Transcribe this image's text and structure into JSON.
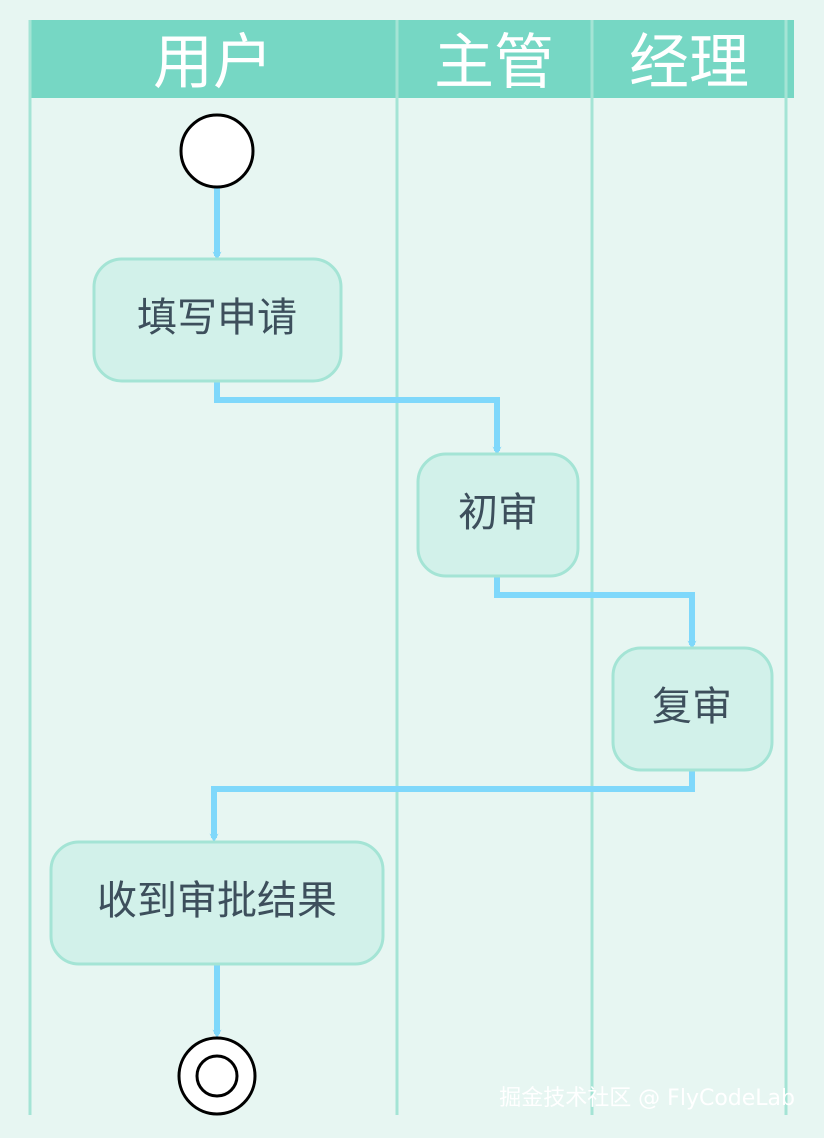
{
  "swimlanes": [
    {
      "id": "user",
      "title": "用户"
    },
    {
      "id": "supervisor",
      "title": "主管"
    },
    {
      "id": "manager",
      "title": "经理"
    }
  ],
  "nodes": {
    "start": {
      "type": "start"
    },
    "fill_application": {
      "label": "填写申请",
      "lane": "user"
    },
    "initial_review": {
      "label": "初审",
      "lane": "supervisor"
    },
    "second_review": {
      "label": "复审",
      "lane": "manager"
    },
    "receive_result": {
      "label": "收到审批结果",
      "lane": "user"
    },
    "end": {
      "type": "end"
    }
  },
  "flows": [
    {
      "from": "start",
      "to": "fill_application"
    },
    {
      "from": "fill_application",
      "to": "initial_review"
    },
    {
      "from": "initial_review",
      "to": "second_review"
    },
    {
      "from": "second_review",
      "to": "receive_result"
    },
    {
      "from": "receive_result",
      "to": "end"
    }
  ],
  "watermark": "掘金技术社区 @ FlyCodeLab",
  "colors": {
    "background": "#e7f6f2",
    "header": "#76d7c4",
    "lane_divider": "#a4e4d5",
    "node_fill": "#d2f1ea",
    "node_stroke": "#a4e4d5",
    "node_text": "#3d4f5c",
    "arrow": "#7fd8fb",
    "marker_stroke": "#000000",
    "marker_fill": "#ffffff"
  }
}
